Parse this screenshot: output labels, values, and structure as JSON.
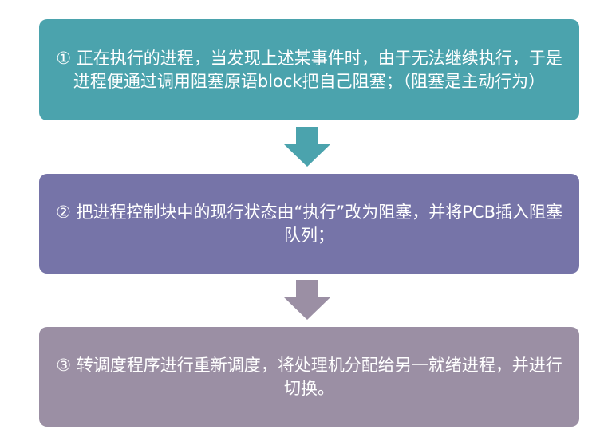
{
  "steps": [
    {
      "text": "① 正在执行的进程，当发现上述某事件时，由于无法继续执行，于是进程便通过调用阻塞原语block把自己阻塞；（阻塞是主动行为）",
      "color": "#4ba3ad"
    },
    {
      "text": "② 把进程控制块中的现行状态由“执行”改为阻塞，并将PCB插入阻塞队列；",
      "color": "#7674a8"
    },
    {
      "text": "③ 转调度程序进行重新调度，将处理机分配给另一就绪进程，并进行切换。",
      "color": "#9b8fa4"
    }
  ],
  "arrows": [
    {
      "color": "#4ba3ad"
    },
    {
      "color": "#9b8fa4"
    }
  ]
}
